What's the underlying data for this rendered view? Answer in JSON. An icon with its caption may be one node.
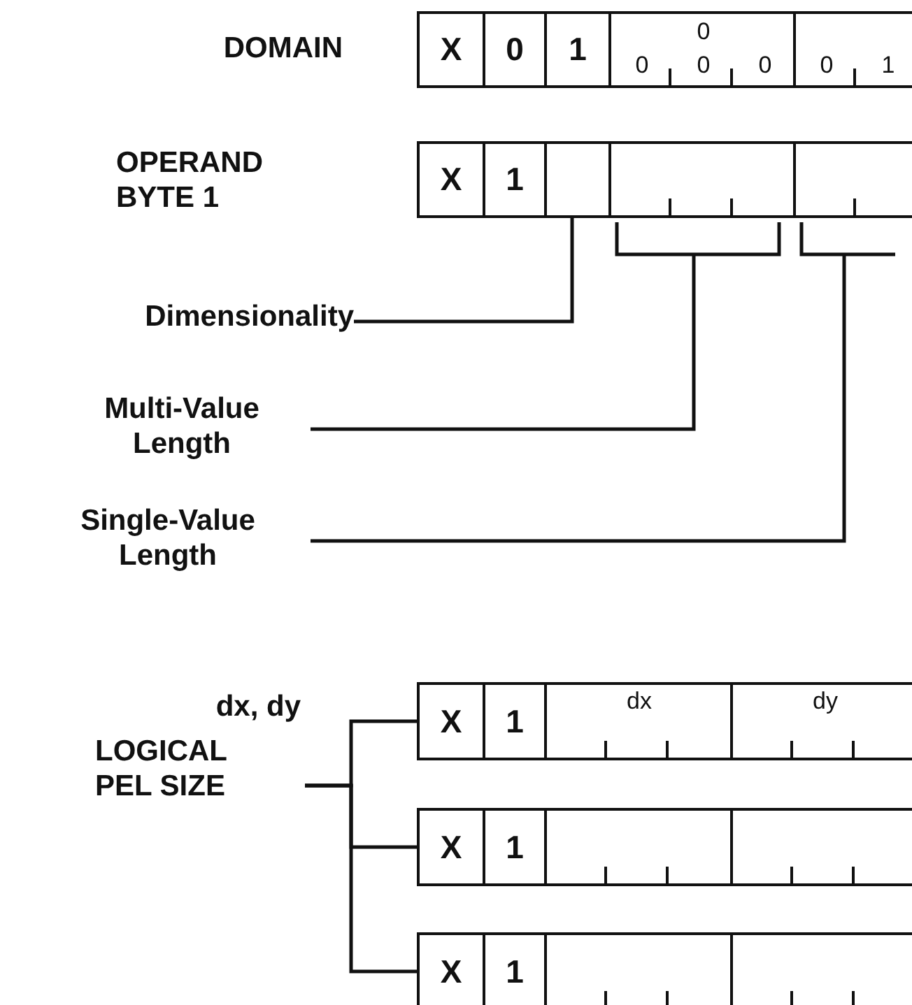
{
  "diagram": {
    "nodes": [
      {
        "text": [
          "X"
        ]
      },
      {
        "text": [
          "0"
        ]
      },
      {
        "text": [
          "1"
        ]
      },
      {
        "text": [
          "0",
          "0",
          "0",
          "0"
        ]
      },
      {
        "text": [
          "0",
          "1"
        ]
      },
      {
        "text": [
          "X"
        ]
      },
      {
        "text": [
          "1"
        ]
      },
      {
        "text": [],
        "shape": "box"
      },
      {
        "text": [],
        "shape": "box"
      },
      {
        "text": [],
        "shape": "box"
      },
      {
        "text": [
          "Dimensionality"
        ]
      },
      {
        "text": [
          "Multi-Value Length"
        ]
      },
      {
        "text": [
          "Single-Value Length"
        ]
      },
      {
        "text": [
          "dx, dy",
          "LOGICAL PEL SIZE"
        ]
      },
      {
        "text": [
          "X"
        ]
      },
      {
        "text": [
          "1"
        ]
      },
      {
        "text": [
          "dx"
        ]
      },
      {
        "text": [
          "dy"
        ]
      },
      {
        "text": [
          "X"
        ]
      },
      {
        "text": [
          "1"
        ]
      },
      {
        "text": [],
        "shape": "box"
      },
      {
        "text": [],
        "shape": "box"
      },
      {
        "text": [
          "X"
        ]
      },
      {
        "text": [
          "1"
        ]
      },
      {
        "text": [],
        "shape": "box"
      },
      {
        "text": [],
        "shape": "box"
      }
    ],
    "edges": [
      {
        "from": 10,
        "to": 7,
        "arrow": "none"
      },
      {
        "from": 11,
        "to": 8,
        "arrow": "none"
      },
      {
        "from": 12,
        "to": 9,
        "arrow": "none"
      },
      {
        "from": 13,
        "to": 14,
        "arrow": "none"
      },
      {
        "from": 13,
        "to": 18,
        "arrow": "none"
      },
      {
        "from": 13,
        "to": 22,
        "arrow": "none"
      }
    ],
    "labels": [
      "DOMAIN",
      "OPERAND BYTE 1"
    ]
  }
}
